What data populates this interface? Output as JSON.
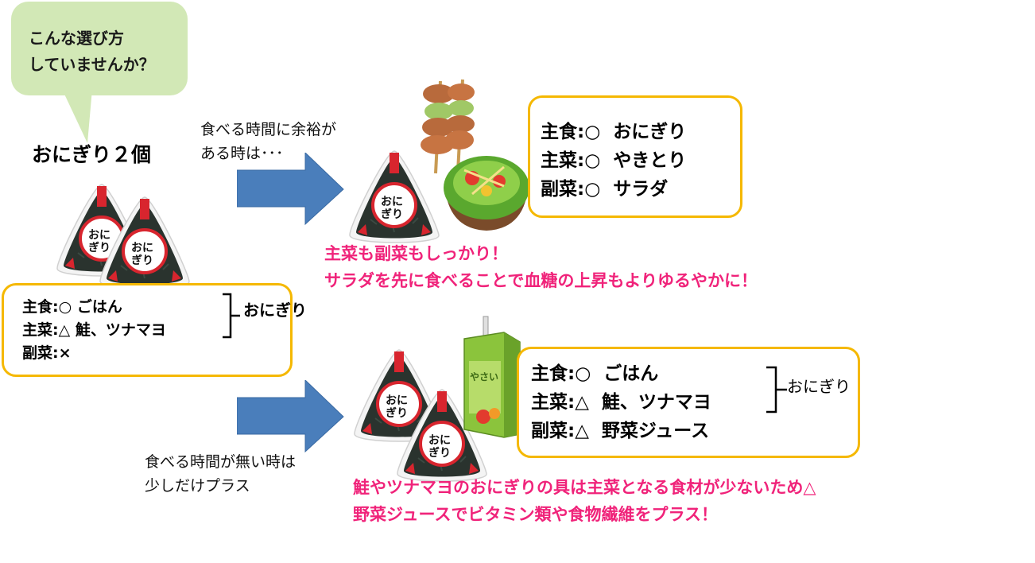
{
  "bubble": {
    "line1": "こんな選び方",
    "line2": "していませんか？"
  },
  "title": "おにぎり２個",
  "left_box": {
    "rows": [
      {
        "label": "主食",
        "mark": "○",
        "value": "ごはん"
      },
      {
        "label": "主菜",
        "mark": "△",
        "value": "鮭、ツナマヨ"
      },
      {
        "label": "副菜",
        "mark": "×",
        "value": ""
      }
    ],
    "brace_label": "おにぎり"
  },
  "top_note": {
    "line1": "食べる時間に余裕が",
    "line2": "ある時は･･･"
  },
  "top_box": {
    "rows": [
      {
        "label": "主食",
        "mark": "○",
        "value": "おにぎり"
      },
      {
        "label": "主菜",
        "mark": "○",
        "value": "やきとり"
      },
      {
        "label": "副菜",
        "mark": "○",
        "value": "サラダ"
      }
    ]
  },
  "top_message": {
    "line1": "主菜も副菜もしっかり！",
    "line2": "サラダを先に食べることで血糖の上昇もよりゆるやかに！"
  },
  "bottom_note": {
    "line1": "食べる時間が無い時は",
    "line2": "少しだけプラス"
  },
  "bottom_box": {
    "rows": [
      {
        "label": "主食",
        "mark": "○",
        "value": "ごはん"
      },
      {
        "label": "主菜",
        "mark": "△",
        "value": "鮭、ツナマヨ"
      },
      {
        "label": "副菜",
        "mark": "△",
        "value": "野菜ジュース"
      }
    ],
    "brace_label": "おにぎり"
  },
  "bottom_message": {
    "line1": "鮭やツナマヨのおにぎりの具は主菜となる食材が少ないため△",
    "line2": "野菜ジュースでビタミン類や食物繊維をプラス！"
  },
  "onigiri_label": {
    "l1": "お",
    "l2": "に",
    "l3": "ぎ",
    "l4": "り"
  },
  "juice_label": "やさい",
  "colors": {
    "arrow": "#4a7ebb",
    "box_border": "#f5b800",
    "bubble": "#d2e8b6",
    "highlight": "#f0237a",
    "nori": "#2a332e"
  }
}
